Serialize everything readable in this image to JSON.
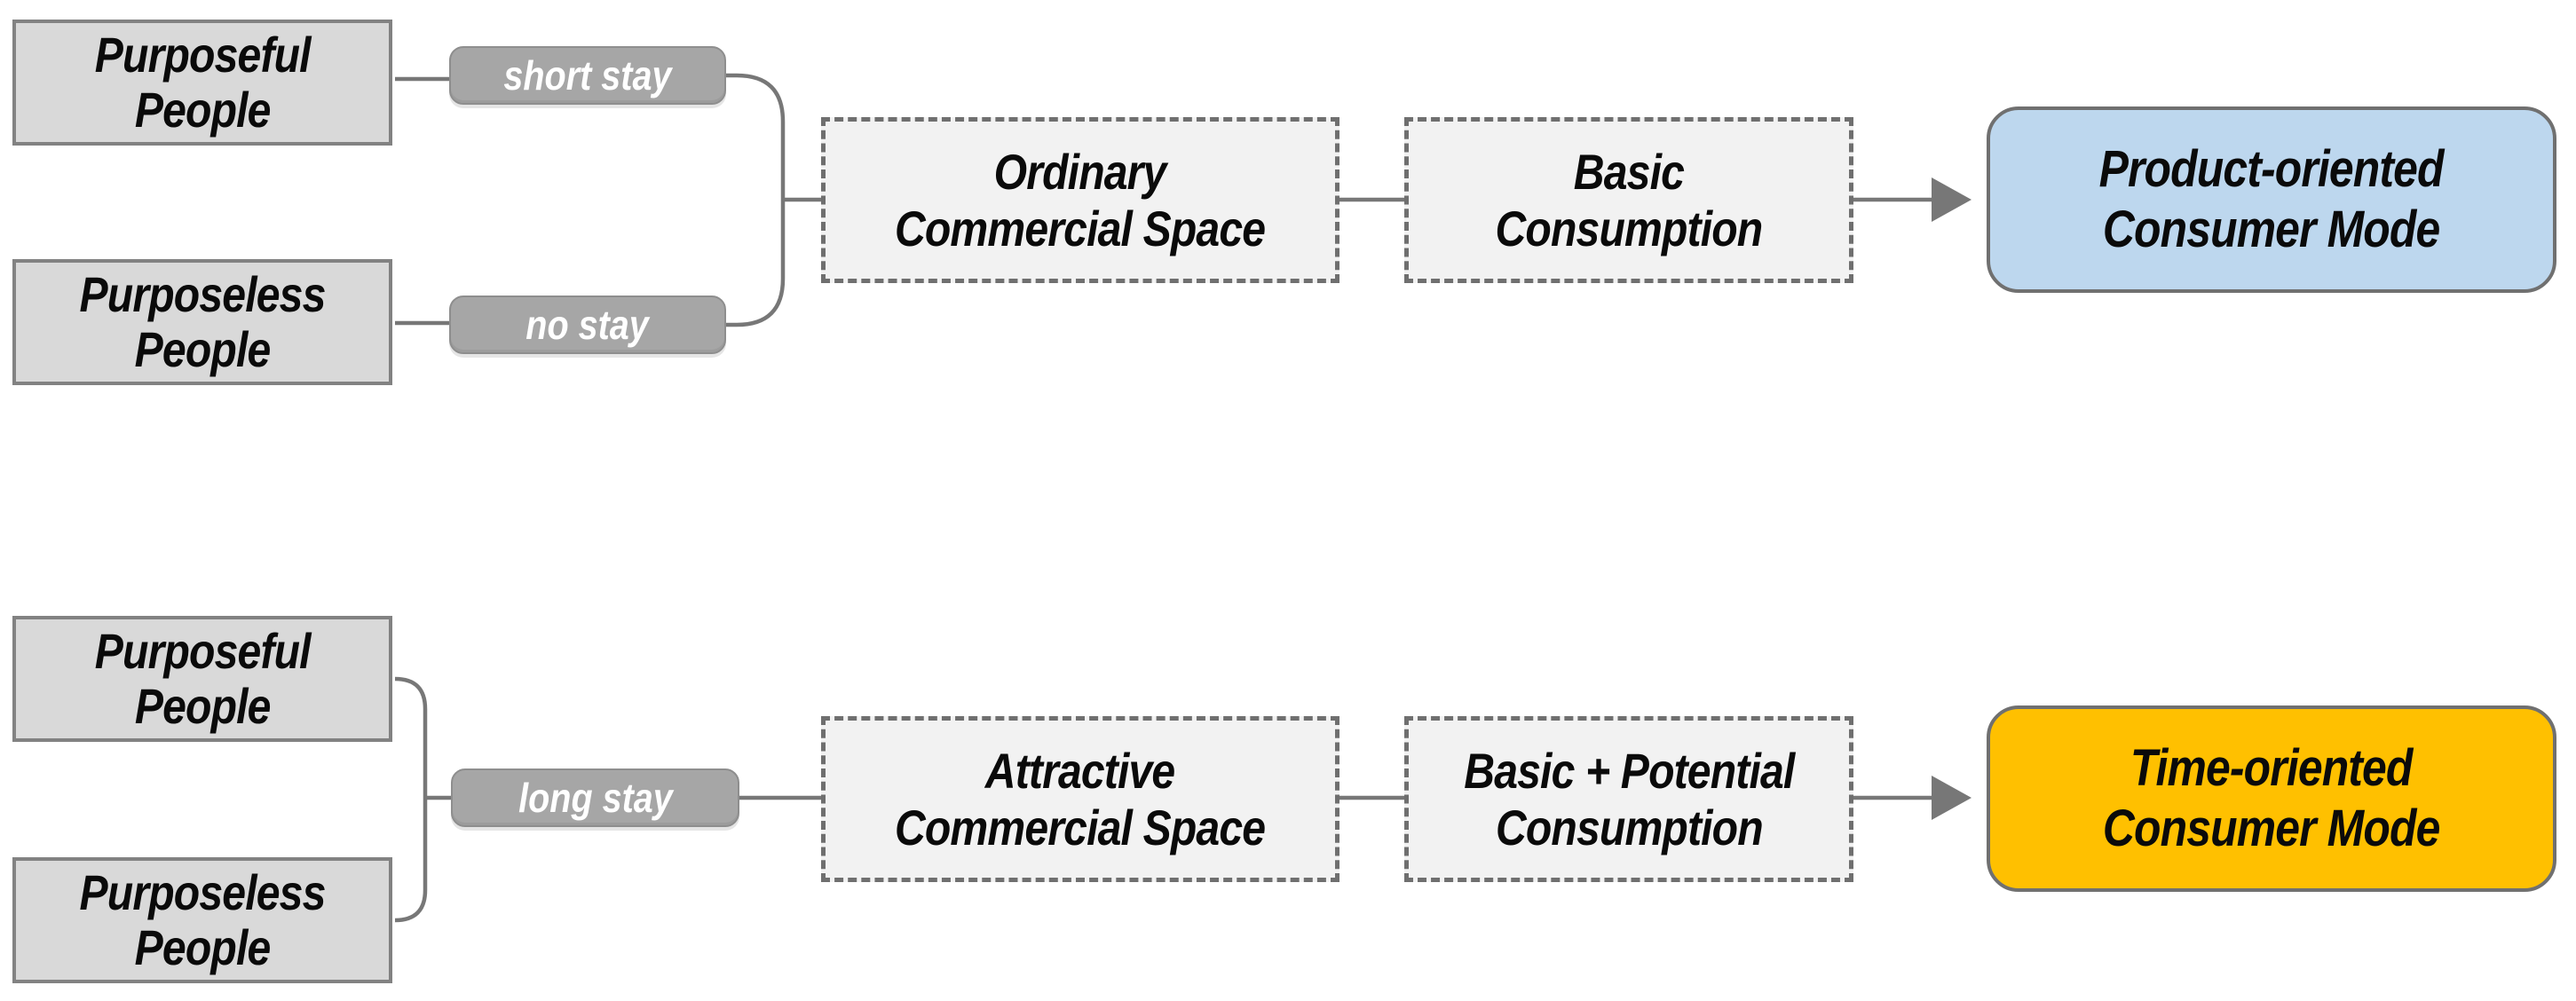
{
  "colors": {
    "input_fill": "#d9d9d9",
    "input_border": "#828282",
    "badge_fill": "#a6a6a6",
    "badge_text": "#ffffff",
    "dashed_fill": "#f2f2f2",
    "dashed_border": "#6f6f6f",
    "connector": "#777777",
    "result_product_fill": "#bdd7ee",
    "result_time_fill": "#ffc000",
    "result_border": "#707070",
    "text": "#0a0a0a"
  },
  "top_flow": {
    "input_purposeful": {
      "line1": "Purposeful",
      "line2": "People"
    },
    "input_purposeless": {
      "line1": "Purposeless",
      "line2": "People"
    },
    "badge_short_stay": "short stay",
    "badge_no_stay": "no stay",
    "space": {
      "line1": "Ordinary",
      "line2": "Commercial Space"
    },
    "consumption": {
      "line1": "Basic",
      "line2": "Consumption"
    },
    "result": {
      "line1": "Product-oriented",
      "line2": "Consumer Mode"
    }
  },
  "bottom_flow": {
    "input_purposeful": {
      "line1": "Purposeful",
      "line2": "People"
    },
    "input_purposeless": {
      "line1": "Purposeless",
      "line2": "People"
    },
    "badge_long_stay": "long stay",
    "space": {
      "line1": "Attractive",
      "line2": "Commercial Space"
    },
    "consumption": {
      "line1": "Basic + Potential",
      "line2": "Consumption"
    },
    "result": {
      "line1": "Time-oriented",
      "line2": "Consumer Mode"
    }
  }
}
